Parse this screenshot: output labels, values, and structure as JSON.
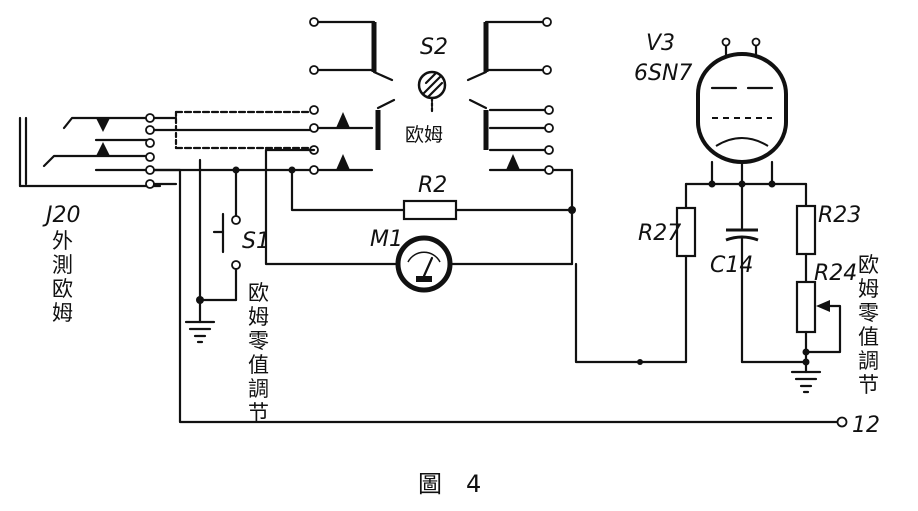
{
  "labels": {
    "s2": "S2",
    "v3": "V3",
    "tube": "6SN7",
    "r2": "R2",
    "m1": "M1",
    "r27": "R27",
    "c14": "C14",
    "r23": "R23",
    "r24": "R24",
    "s1": "S1",
    "j20": "J20",
    "terminal_12": "12"
  },
  "vertical_text": {
    "j20_caption": [
      "外",
      "測",
      "欧",
      "姆"
    ],
    "s1_caption": [
      "欧",
      "姆",
      "零",
      "值",
      "調",
      "节"
    ],
    "r24_caption": [
      "欧",
      "姆",
      "零",
      "值",
      "調",
      "节"
    ]
  },
  "s2_caption": "欧姆",
  "figure_caption": "圖　4"
}
